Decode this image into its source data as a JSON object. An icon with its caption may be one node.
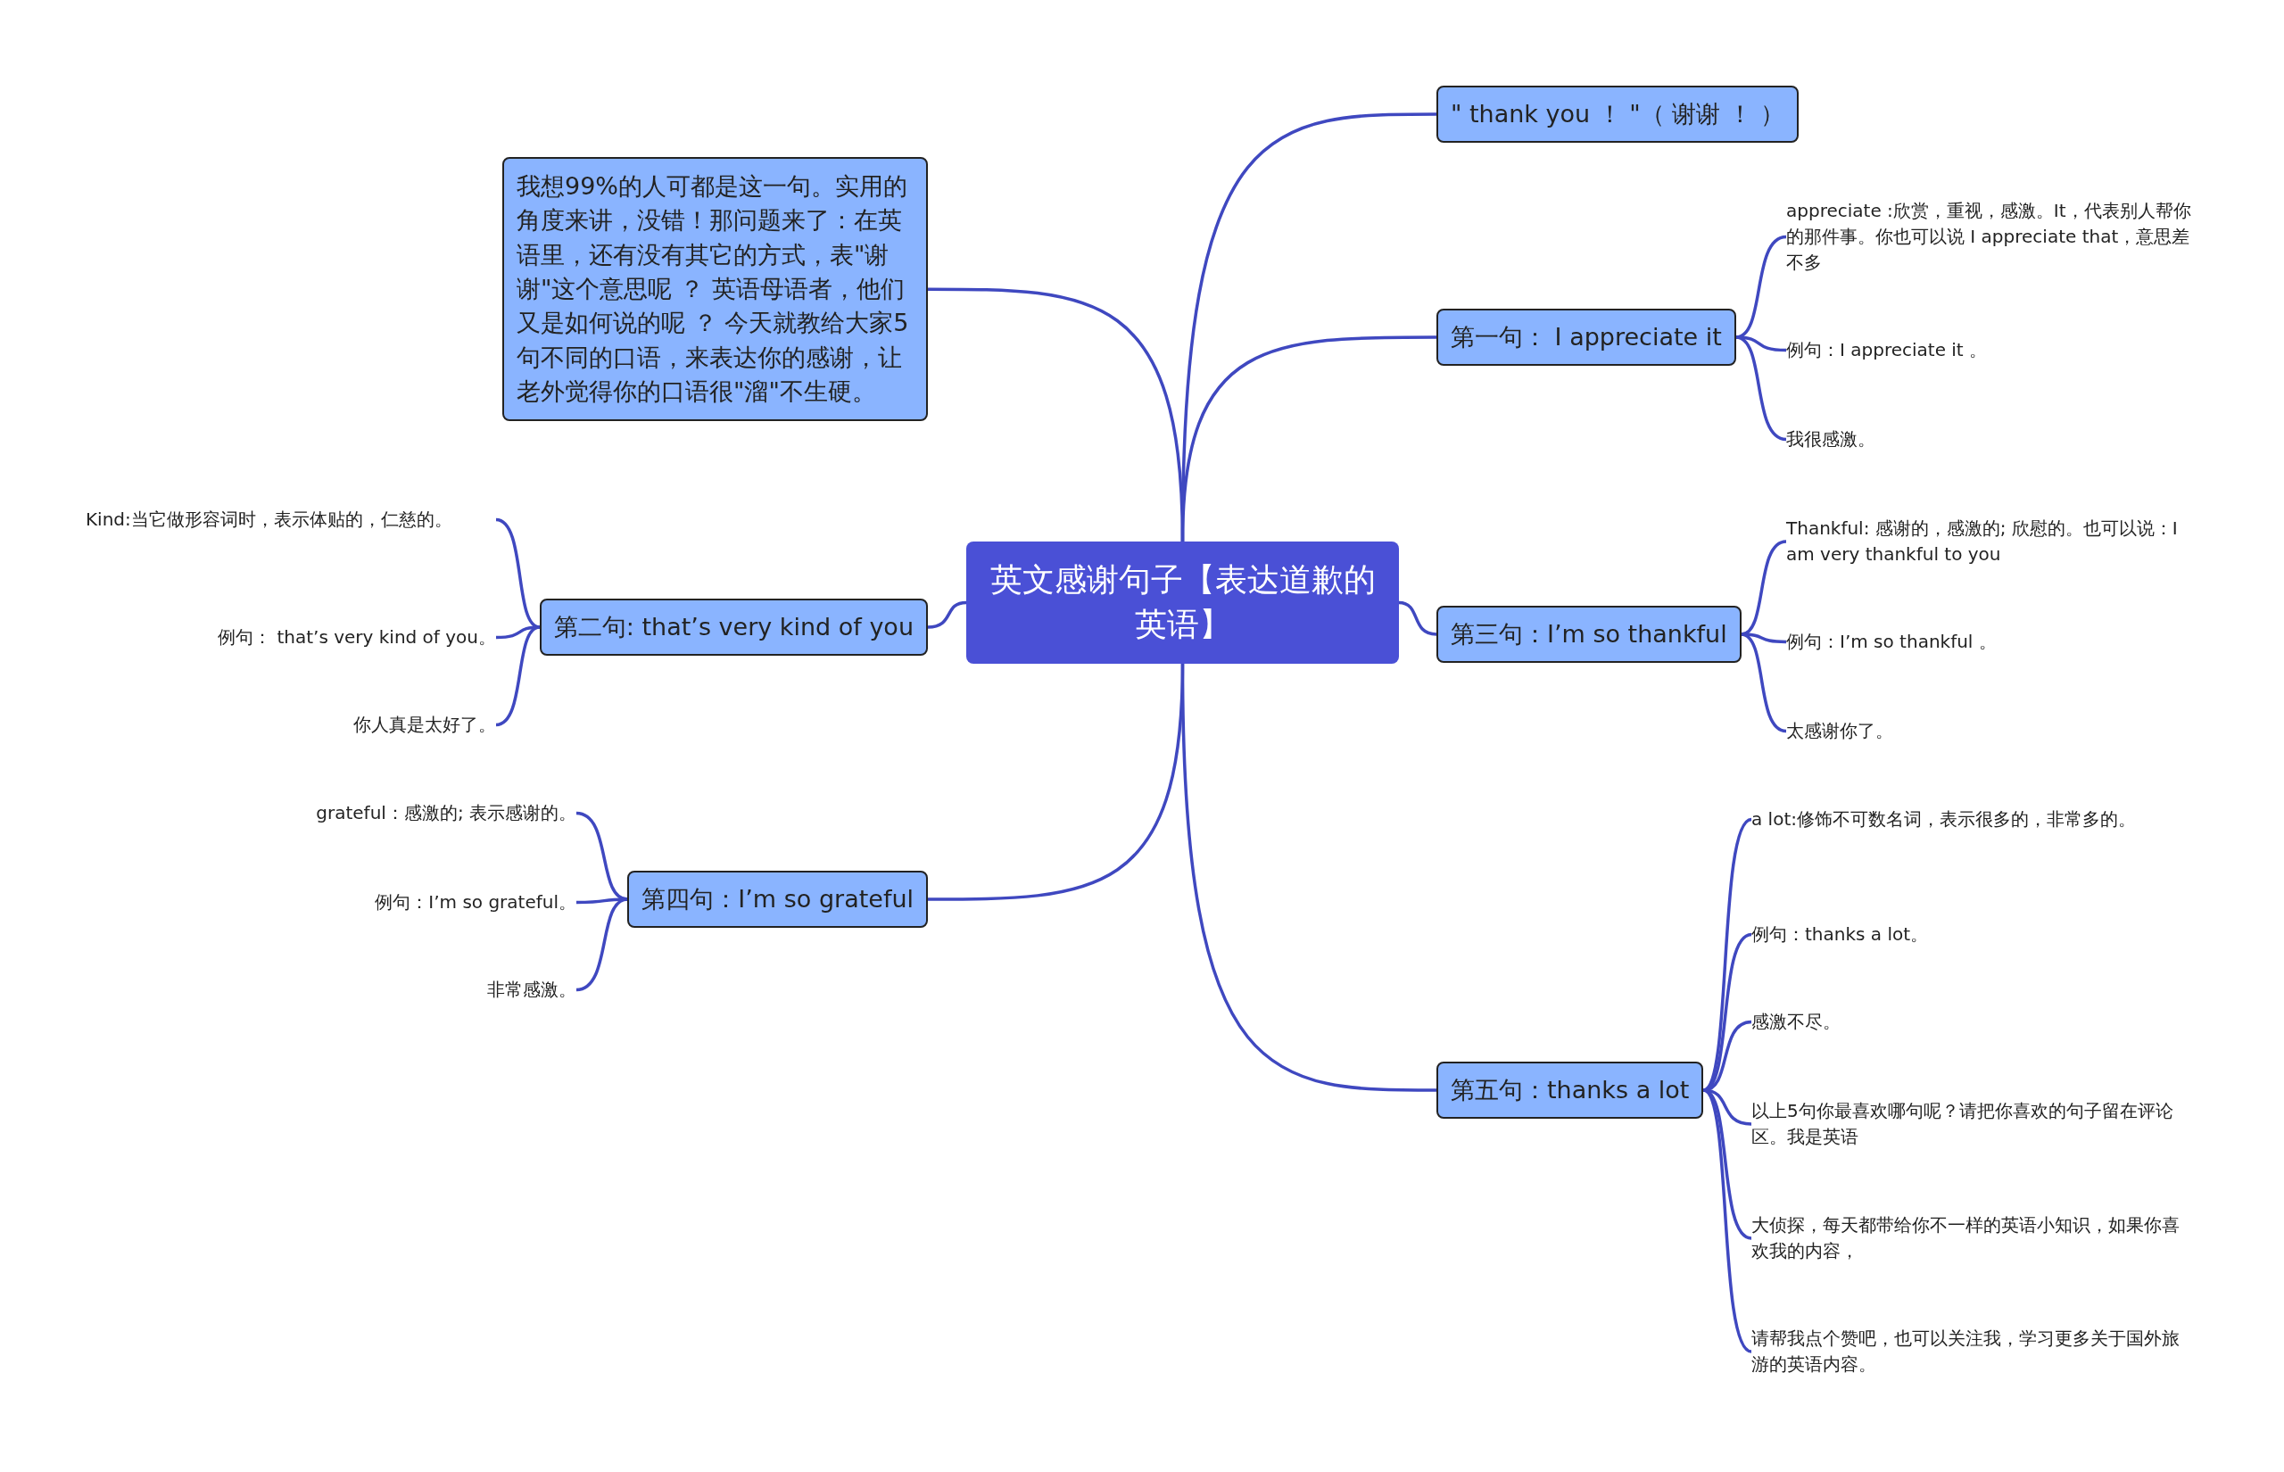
{
  "diagram": {
    "nodes": [
      {
        "text": [
          "英文感谢句子【表达道歉的英语】"
        ]
      },
      {
        "text": [
          "我想99%的人可都是这一句。实用的角度来讲，没错！那问题来了：在英语里，还有没有其它的方式，表\"谢谢\"这个意思呢 ？ 英语母语者，他们又是如何说的呢 ？ 今天就教给大家5句不同的口语，来表达你的感谢，让老外觉得你的口语很\"溜\"不生硬。"
        ]
      },
      {
        "text": [
          "\" thank you ！ \"（ 谢谢 ！ ）"
        ]
      },
      {
        "text": [
          "第一句： I appreciate it"
        ]
      },
      {
        "text": [
          "appreciate :欣赏，重视，感激。It，代表别人帮你的那件事。你也可以说 I appreciate that，意思差不多"
        ]
      },
      {
        "text": [
          "例句：I appreciate it 。"
        ]
      },
      {
        "text": [
          "我很感激。"
        ]
      },
      {
        "text": [
          "第二句: that’s very kind of you"
        ]
      },
      {
        "text": [
          "Kind:当它做形容词时，表示体贴的，仁慈的。"
        ]
      },
      {
        "text": [
          "例句： that’s very kind of you。"
        ]
      },
      {
        "text": [
          "你人真是太好了。"
        ]
      },
      {
        "text": [
          "第三句：I’m so thankful"
        ]
      },
      {
        "text": [
          "Thankful: 感谢的，感激的; 欣慰的。也可以说：I am very thankful to you"
        ]
      },
      {
        "text": [
          "例句：I’m so thankful 。"
        ]
      },
      {
        "text": [
          "太感谢你了。"
        ]
      },
      {
        "text": [
          "第四句：I’m so grateful"
        ]
      },
      {
        "text": [
          "grateful：感激的; 表示感谢的。"
        ]
      },
      {
        "text": [
          "例句：I’m so grateful。"
        ]
      },
      {
        "text": [
          "非常感激。"
        ]
      },
      {
        "text": [
          "第五句：thanks a lot"
        ]
      },
      {
        "text": [
          "a lot:修饰不可数名词，表示很多的，非常多的。"
        ]
      },
      {
        "text": [
          "例句：thanks a lot。"
        ]
      },
      {
        "text": [
          "感激不尽。"
        ]
      },
      {
        "text": [
          "以上5句你最喜欢哪句呢？请把你喜欢的句子留在评论区。我是英语"
        ]
      },
      {
        "text": [
          "大侦探，每天都带给你不一样的英语小知识，如果你喜欢我的内容，"
        ]
      },
      {
        "text": [
          "请帮我点个赞吧，也可以关注我，学习更多关于国外旅游的英语内容。"
        ]
      }
    ],
    "edges": [
      {
        "from": 0,
        "to": 1,
        "arrow": "none"
      },
      {
        "from": 0,
        "to": 2,
        "arrow": "none"
      },
      {
        "from": 0,
        "to": 3,
        "arrow": "none"
      },
      {
        "from": 3,
        "to": 4,
        "arrow": "none"
      },
      {
        "from": 3,
        "to": 5,
        "arrow": "none"
      },
      {
        "from": 3,
        "to": 6,
        "arrow": "none"
      },
      {
        "from": 0,
        "to": 7,
        "arrow": "none"
      },
      {
        "from": 7,
        "to": 8,
        "arrow": "none"
      },
      {
        "from": 7,
        "to": 9,
        "arrow": "none"
      },
      {
        "from": 7,
        "to": 10,
        "arrow": "none"
      },
      {
        "from": 0,
        "to": 11,
        "arrow": "none"
      },
      {
        "from": 11,
        "to": 12,
        "arrow": "none"
      },
      {
        "from": 11,
        "to": 13,
        "arrow": "none"
      },
      {
        "from": 11,
        "to": 14,
        "arrow": "none"
      },
      {
        "from": 0,
        "to": 15,
        "arrow": "none"
      },
      {
        "from": 15,
        "to": 16,
        "arrow": "none"
      },
      {
        "from": 15,
        "to": 17,
        "arrow": "none"
      },
      {
        "from": 15,
        "to": 18,
        "arrow": "none"
      },
      {
        "from": 0,
        "to": 19,
        "arrow": "none"
      },
      {
        "from": 19,
        "to": 20,
        "arrow": "none"
      },
      {
        "from": 19,
        "to": 21,
        "arrow": "none"
      },
      {
        "from": 19,
        "to": 22,
        "arrow": "none"
      },
      {
        "from": 19,
        "to": 23,
        "arrow": "none"
      },
      {
        "from": 19,
        "to": 24,
        "arrow": "none"
      },
      {
        "from": 19,
        "to": 25,
        "arrow": "none"
      }
    ]
  }
}
